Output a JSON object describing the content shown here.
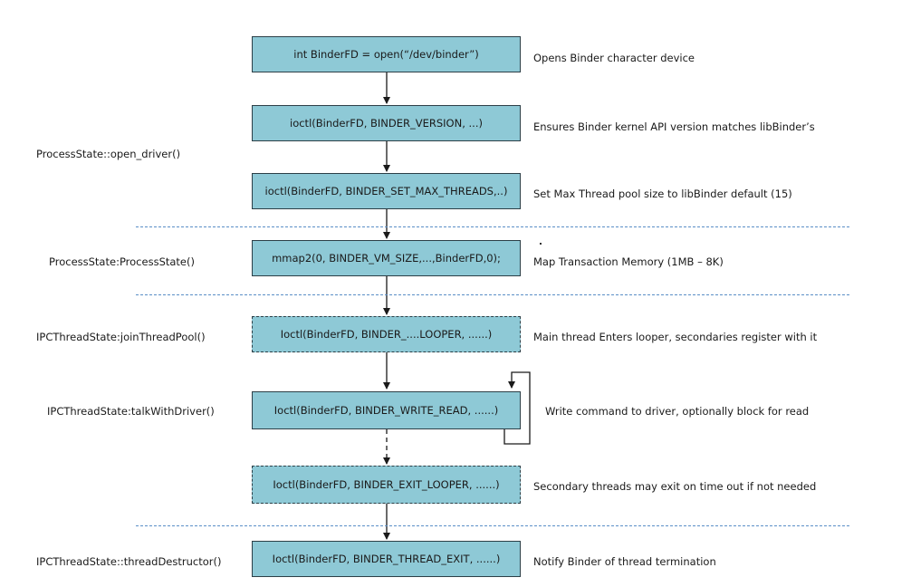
{
  "steps": [
    {
      "code": "int BinderFD = open(“/dev/binder”)",
      "desc": "Opens Binder character device"
    },
    {
      "code": "ioctl(BinderFD, BINDER_VERSION, ...)",
      "desc": "Ensures Binder kernel API version matches libBinder’s"
    },
    {
      "code": "ioctl(BinderFD, BINDER_SET_MAX_THREADS,..)",
      "desc": "Set Max Thread pool size to libBinder default (15)"
    },
    {
      "code": "mmap2(0, BINDER_VM_SIZE,...,BinderFD,0);",
      "desc": "Map Transaction Memory (1MB – 8K)"
    },
    {
      "code": "Ioctl(BinderFD, BINDER_....LOOPER, ......)",
      "desc": "Main thread Enters looper, secondaries register with it"
    },
    {
      "code": "Ioctl(BinderFD, BINDER_WRITE_READ, ......)",
      "desc": "Write command to driver, optionally block for read"
    },
    {
      "code": "Ioctl(BinderFD, BINDER_EXIT_LOOPER, ......)",
      "desc": "Secondary threads may exit on time out if not needed"
    },
    {
      "code": "Ioctl(BinderFD, BINDER_THREAD_EXIT, ......)",
      "desc": "Notify Binder of thread termination"
    }
  ],
  "functions": [
    "ProcessState::open_driver()",
    "ProcessState:ProcessState()",
    "IPCThreadState:joinThreadPool()",
    "IPCThreadState:talkWithDriver()",
    "IPCThreadState::threadDestructor()"
  ],
  "colors": {
    "box_fill": "#8ec9d6",
    "box_border": "#2c3f47",
    "separator": "#5b8fc7",
    "arrow": "#1a1a1a"
  }
}
